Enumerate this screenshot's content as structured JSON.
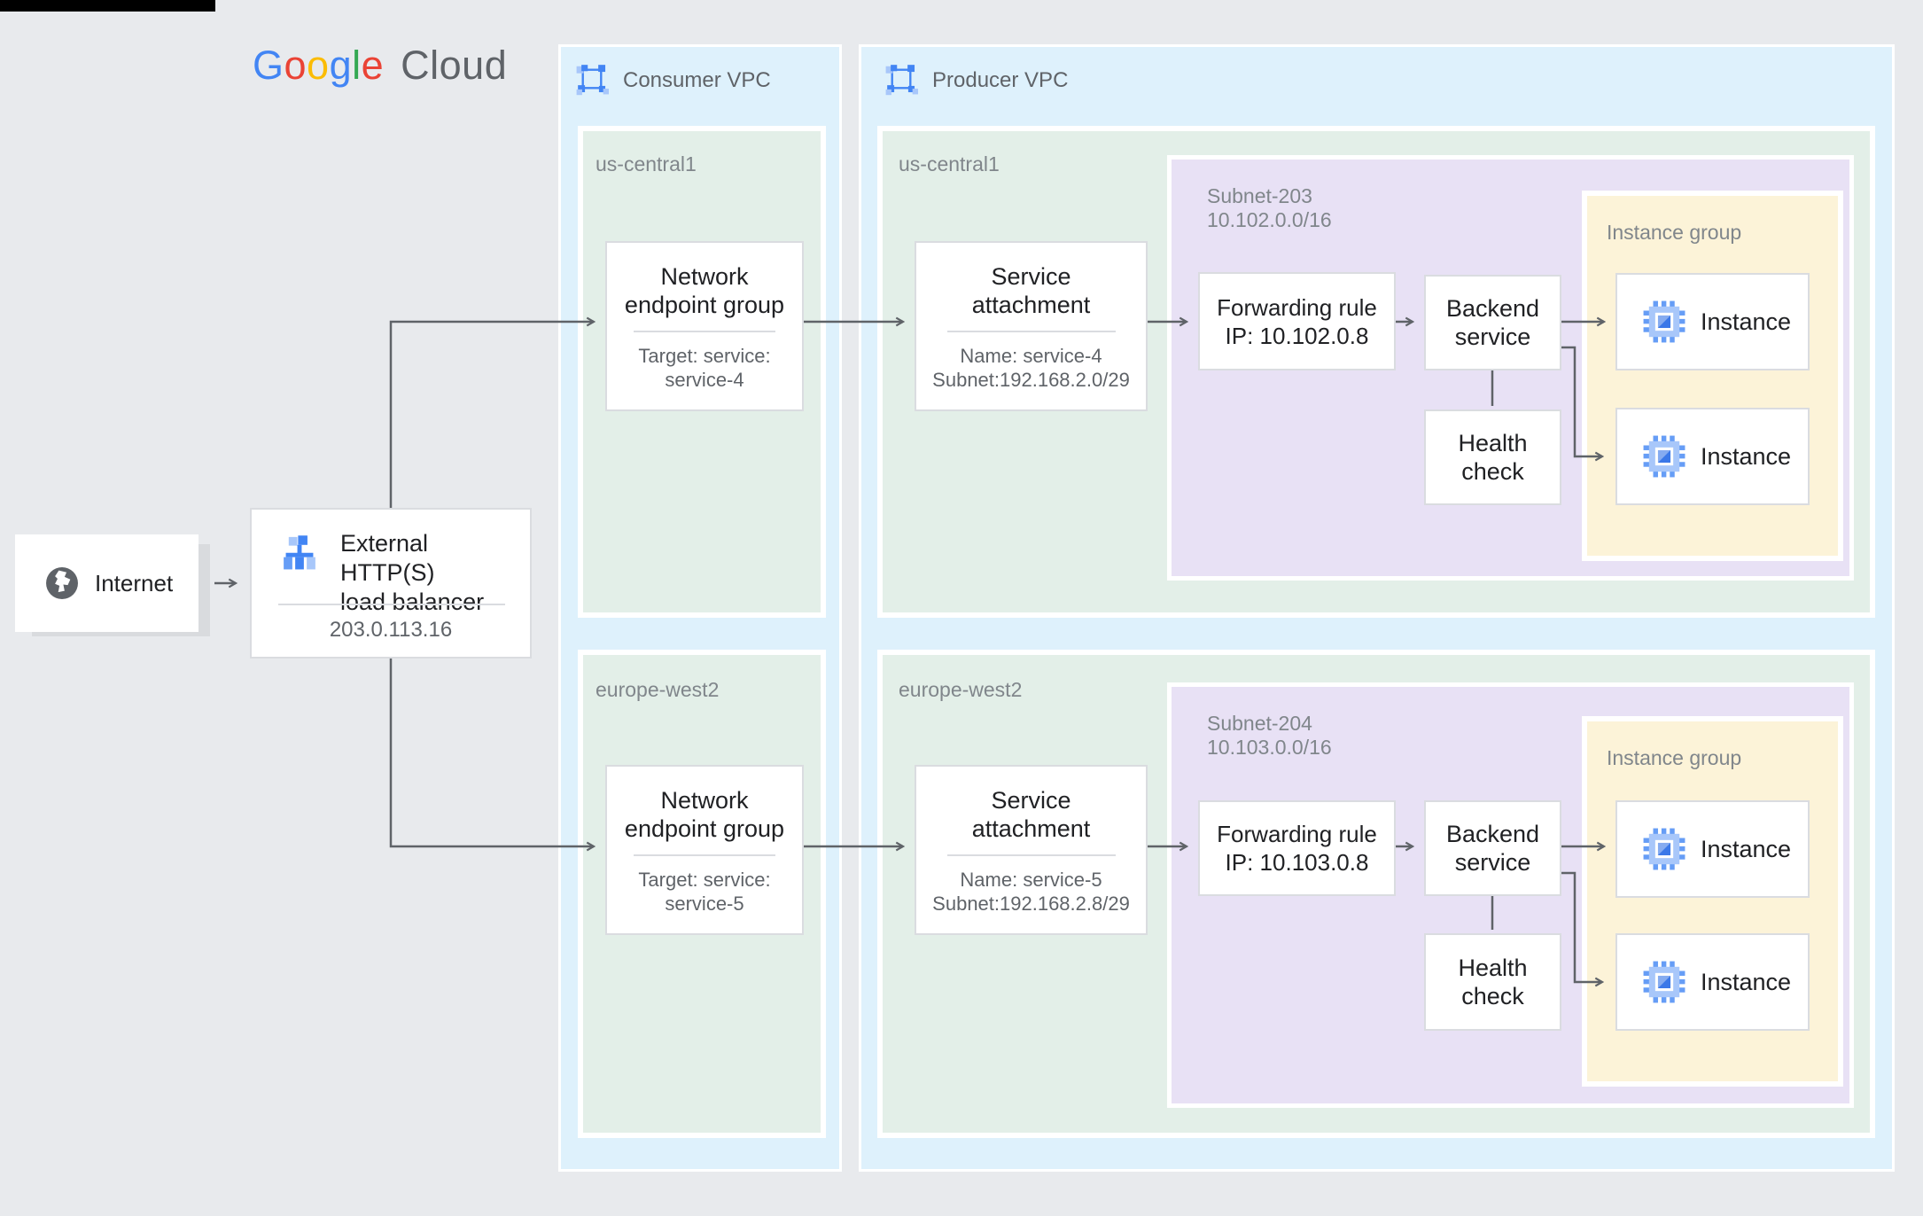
{
  "logo": {
    "g1": "G",
    "o1": "o",
    "o2": "o",
    "g2": "g",
    "l1": "l",
    "e1": "e",
    "cloud": "Cloud"
  },
  "internet": {
    "label": "Internet"
  },
  "load_balancer": {
    "title_line1": "External HTTP(S)",
    "title_line2": "load balancer",
    "ip": "203.0.113.16"
  },
  "consumer_vpc": {
    "label": "Consumer VPC",
    "regions": [
      {
        "name": "us-central1",
        "neg": {
          "title_line1": "Network",
          "title_line2": "endpoint group",
          "target_line1": "Target: service:",
          "target_line2": "service-4"
        }
      },
      {
        "name": "europe-west2",
        "neg": {
          "title_line1": "Network",
          "title_line2": "endpoint group",
          "target_line1": "Target: service:",
          "target_line2": "service-5"
        }
      }
    ]
  },
  "producer_vpc": {
    "label": "Producer VPC",
    "regions": [
      {
        "name": "us-central1",
        "service_attachment": {
          "title_line1": "Service",
          "title_line2": "attachment",
          "name_line": "Name: service-4",
          "subnet_line": "Subnet:192.168.2.0/29"
        },
        "subnet": {
          "name": "Subnet-203",
          "cidr": "10.102.0.0/16",
          "forwarding_rule": {
            "title": "Forwarding rule",
            "ip": "IP: 10.102.0.8"
          },
          "backend_service": {
            "line1": "Backend",
            "line2": "service"
          },
          "health_check": {
            "line1": "Health",
            "line2": "check"
          },
          "instance_group": {
            "label": "Instance group",
            "instance1": "Instance",
            "instance2": "Instance"
          }
        }
      },
      {
        "name": "europe-west2",
        "service_attachment": {
          "title_line1": "Service",
          "title_line2": "attachment",
          "name_line": "Name: service-5",
          "subnet_line": "Subnet:192.168.2.8/29"
        },
        "subnet": {
          "name": "Subnet-204",
          "cidr": "10.103.0.0/16",
          "forwarding_rule": {
            "title": "Forwarding rule",
            "ip": "IP: 10.103.0.8"
          },
          "backend_service": {
            "line1": "Backend",
            "line2": "service"
          },
          "health_check": {
            "line1": "Health",
            "line2": "check"
          },
          "instance_group": {
            "label": "Instance group",
            "instance1": "Instance",
            "instance2": "Instance"
          }
        }
      }
    ]
  },
  "colors": {
    "canvas_bg": "#e8eaed",
    "vpc_bg": "#def1fc",
    "region_bg": "#e3efe8",
    "subnet_bg": "#e8e1f5",
    "instance_group_bg": "#fcf3d8",
    "connector": "#5f6368",
    "node_border": "#dadce0",
    "google_blue": "#4285F4",
    "google_red": "#EA4335",
    "google_yellow": "#FBBC05",
    "google_green": "#34A853"
  }
}
